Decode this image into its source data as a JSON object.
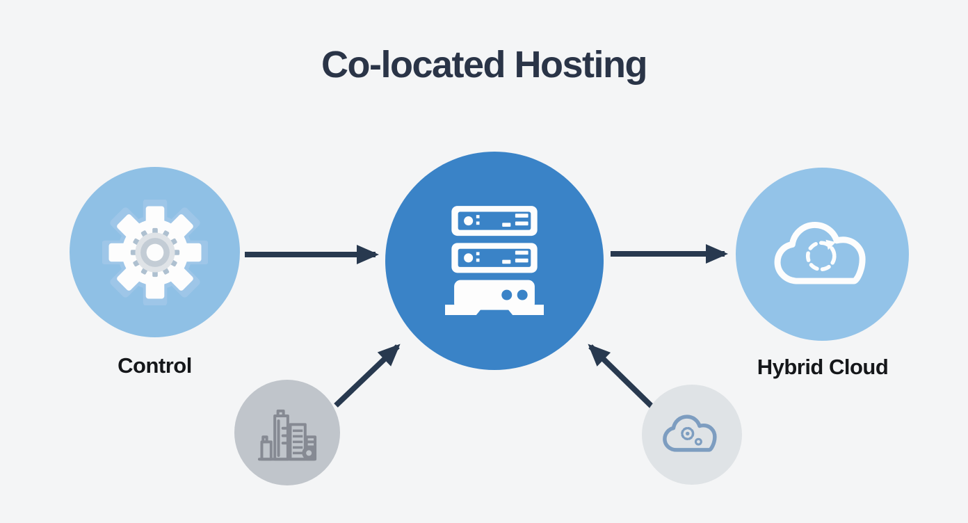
{
  "title": "Co-located Hosting",
  "nodes": {
    "control": {
      "label": "Control",
      "icon": "gear-icon"
    },
    "server": {
      "icon": "server-rack-icon"
    },
    "hybrid": {
      "label": "Hybrid Cloud",
      "icon": "cloud-sync-icon"
    },
    "building": {
      "icon": "building-icon"
    },
    "cloud_gear": {
      "icon": "cloud-gear-icon"
    }
  },
  "arrows": [
    {
      "from": "control",
      "to": "server"
    },
    {
      "from": "server",
      "to": "hybrid"
    },
    {
      "from": "building",
      "to": "server"
    },
    {
      "from": "cloud_gear",
      "to": "server"
    }
  ],
  "colors": {
    "background": "#f4f5f6",
    "title_text": "#2a3447",
    "label_text": "#15171a",
    "arrow": "#28394f",
    "circle_control": "#8fc0e5",
    "circle_server": "#3a83c7",
    "circle_hybrid": "#93c3e8",
    "circle_building": "#c0c5cb",
    "circle_cloudgear": "#dfe3e6",
    "icon_white": "#fdfdfd",
    "gear_outline": "#9ec6e8",
    "inner_cog_teeth": "#aec0d0",
    "inner_cog_ring": "#dfe3e7",
    "inner_cog_band": "#c3ccd5",
    "building_icon": "#868a93",
    "cloudgear_icon": "#7d9dc0"
  }
}
